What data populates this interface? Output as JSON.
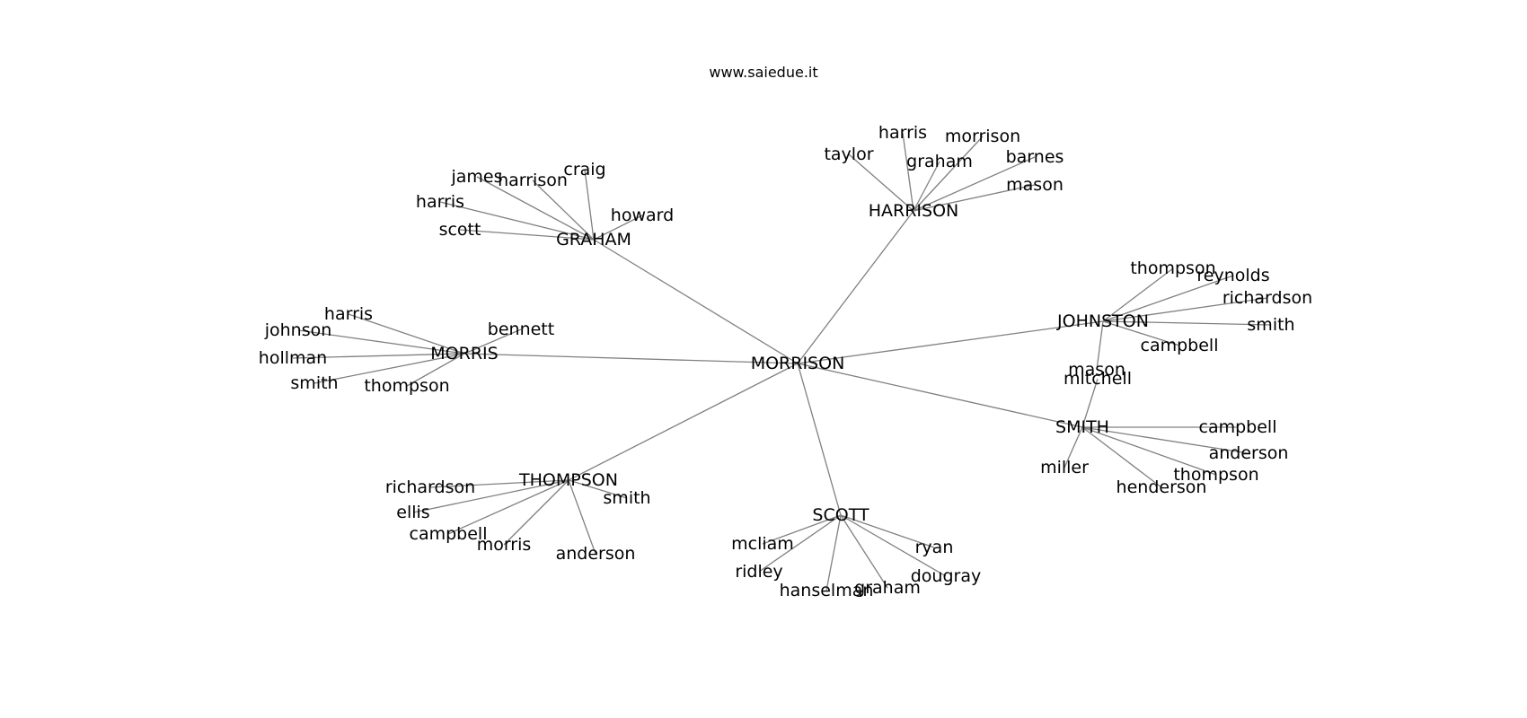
{
  "title": "www.saiedue.it",
  "edge_color": "#808080",
  "text_color": "#000000",
  "center": "MORRISON",
  "families": [
    {
      "name": "GRAHAM",
      "members": [
        "james",
        "harrison",
        "craig",
        "harris",
        "howard",
        "scott"
      ]
    },
    {
      "name": "HARRISON",
      "members": [
        "harris",
        "morrison",
        "taylor",
        "graham",
        "barnes",
        "mason"
      ]
    },
    {
      "name": "JOHNSTON",
      "members": [
        "thompson",
        "reynolds",
        "richardson",
        "smith",
        "campbell",
        "mason"
      ]
    },
    {
      "name": "MORRIS",
      "members": [
        "harris",
        "johnson",
        "bennett",
        "hollman",
        "smith",
        "thompson"
      ]
    },
    {
      "name": "SMITH",
      "members": [
        "mitchell",
        "campbell",
        "anderson",
        "miller",
        "thompson",
        "henderson"
      ]
    },
    {
      "name": "THOMPSON",
      "members": [
        "richardson",
        "smith",
        "ellis",
        "campbell",
        "morris",
        "anderson"
      ]
    },
    {
      "name": "SCOTT",
      "members": [
        "mcliam",
        "ryan",
        "ridley",
        "dougray",
        "hanselman",
        "graham"
      ]
    }
  ]
}
